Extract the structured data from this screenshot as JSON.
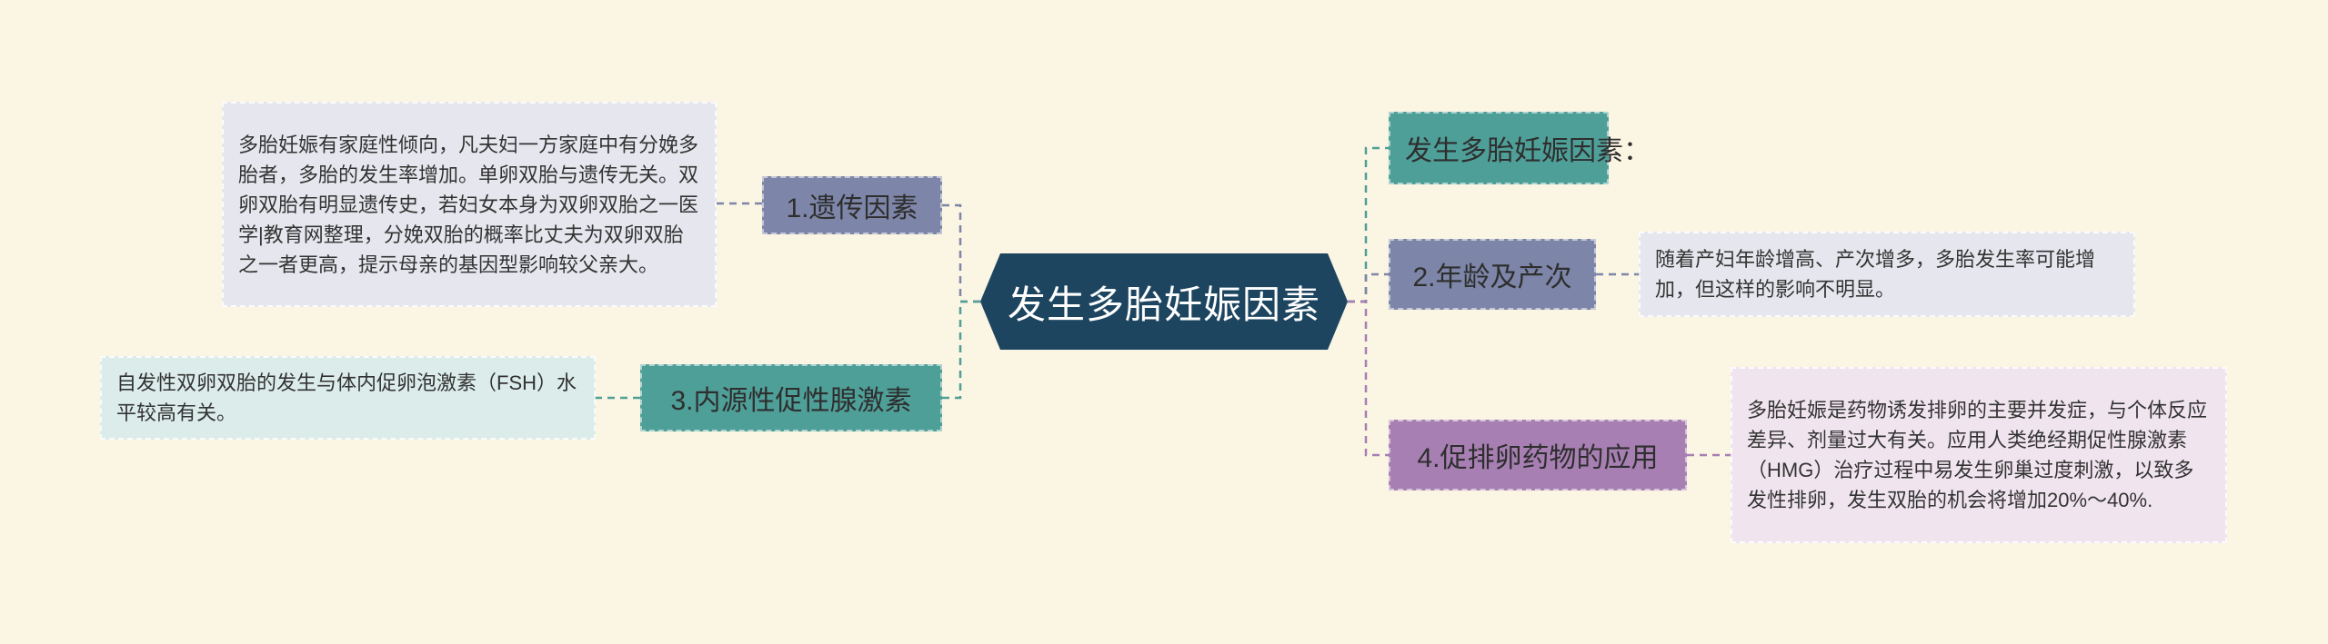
{
  "root": {
    "label": "发生多胎妊娠因素",
    "color": "#1d4560"
  },
  "branches": [
    {
      "label": "1.遗传因素",
      "color": "#7d86a8",
      "note": "多胎妊娠有家庭性倾向，凡夫妇一方家庭中有分娩多胎者，多胎的发生率增加。单卵双胎与遗传无关。双卵双胎有明显遗传史，若妇女本身为双卵双胎之一医学|教育网整理，分娩双胎的概率比丈夫为双卵双胎之一者更高，提示母亲的基因型影响较父亲大。",
      "note_color": "#e6e7ee"
    },
    {
      "label": "3.内源性促性腺激素",
      "color": "#4f9f99",
      "note": "自发性双卵双胎的发生与体内促卵泡激素（FSH）水平较高有关。",
      "note_color": "#dbecea"
    },
    {
      "label": "发生多胎妊娠因素：",
      "color": "#4f9f99"
    },
    {
      "label": "2.年龄及产次",
      "color": "#7d86a8",
      "note": "随着产妇年龄增高、产次增多，多胎发生率可能增加，但这样的影响不明显。",
      "note_color": "#e6e7ee"
    },
    {
      "label": "4.促排卵药物的应用",
      "color": "#a77fb3",
      "note": "多胎妊娠是药物诱发排卵的主要并发症，与个体反应差异、剂量过大有关。应用人类绝经期促性腺激素（HMG）治疗过程中易发生卵巢过度刺激，以致多发性排卵，发生双胎的机会将增加20%～40%.",
      "note_color": "#f0e5ef"
    }
  ]
}
